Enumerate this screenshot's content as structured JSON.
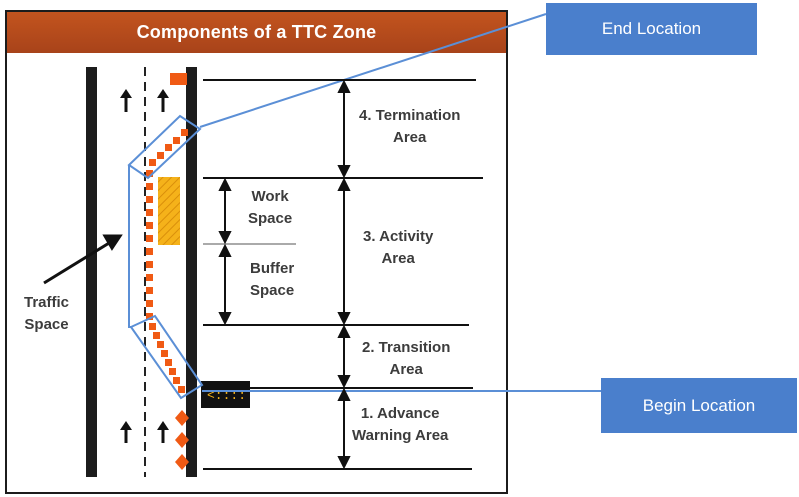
{
  "title": "Components of a TTC Zone",
  "callouts": {
    "end": "End Location",
    "begin": "Begin Location"
  },
  "labels": {
    "termination": [
      "4. Termination",
      "Area"
    ],
    "activity": [
      "3. Activity",
      "Area"
    ],
    "transition": [
      "2. Transition",
      "Area"
    ],
    "advance": [
      "1. Advance",
      "Warning Area"
    ],
    "work_space": [
      "Work",
      "Space"
    ],
    "buffer_space": [
      "Buffer",
      "Space"
    ],
    "traffic_space": [
      "Traffic",
      "Space"
    ]
  },
  "colors": {
    "title_bar": "#b04a1c",
    "callout": "#4a7fcc",
    "callout_line": "#5b8fd6",
    "cone": "#f05a14",
    "work_zone": "#f5b21a",
    "road_edge": "#1c1c1c"
  }
}
